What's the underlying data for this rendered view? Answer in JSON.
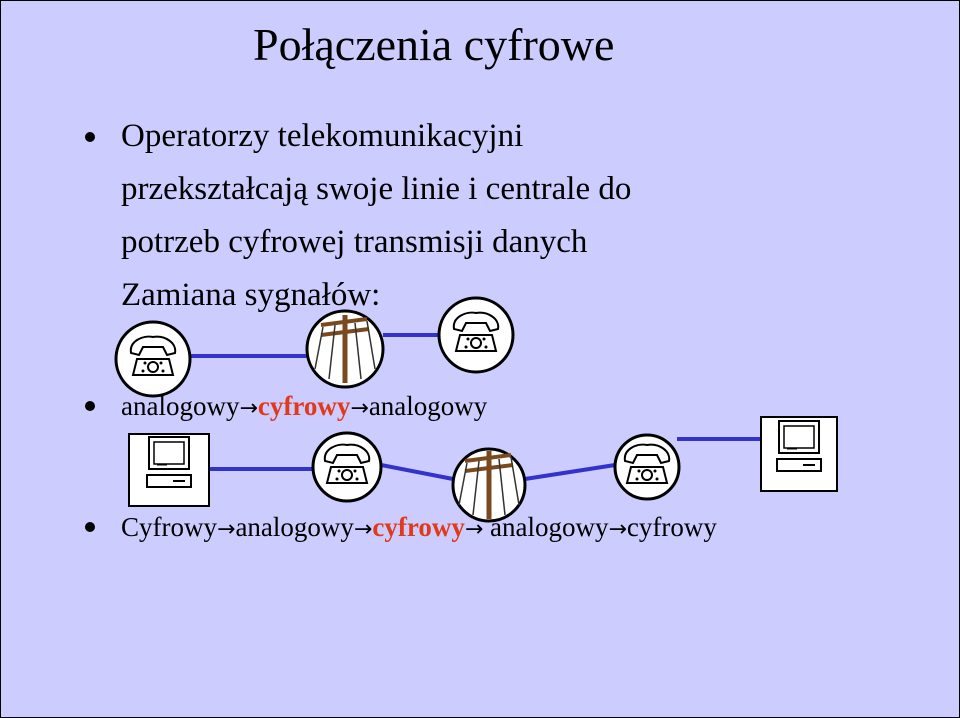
{
  "slide": {
    "title": "Połączenia cyfrowe",
    "bullet1": {
      "lines": [
        "Operatorzy telekomunikacyjni",
        "przekształcają swoje linie i centrale do",
        "potrzeb cyfrowej transmisji danych",
        "Zamiana sygnałów:"
      ]
    },
    "bullet2": {
      "parts": [
        "analogowy",
        "→",
        "cyfrowy",
        "→",
        "analogowy"
      ]
    },
    "bullet3": {
      "parts": [
        "Cyfrowy",
        "→",
        "analogowy",
        "→",
        "cyfrowy",
        "→",
        " analogowy",
        "→",
        "cyfrowy"
      ]
    },
    "colors": {
      "background": "#ccccff",
      "link_line": "#3333cc",
      "highlight": "#e03a1a"
    },
    "icons": [
      "telephone-icon",
      "utility-pole-icon",
      "computer-icon"
    ]
  }
}
